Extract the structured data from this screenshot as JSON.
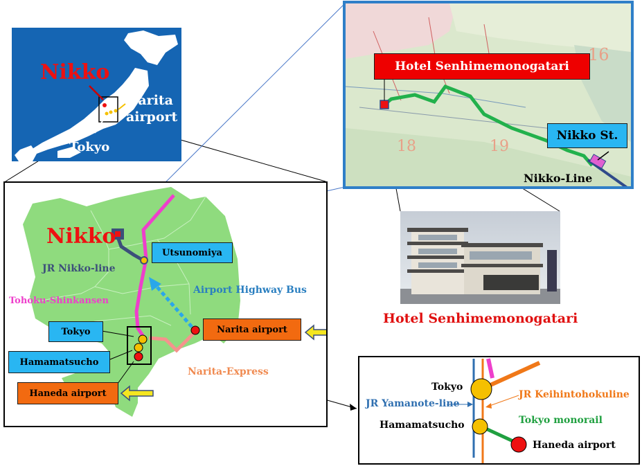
{
  "japan_inset": {
    "nikko": "Nikko",
    "narita_line1": "Narita",
    "narita_line2": "airport",
    "tokyo": "Tokyo"
  },
  "region_map": {
    "nikko": "Nikko",
    "utsunomiya": "Utsunomiya",
    "jr_nikko_line": "JR Nikko-line",
    "airport_bus": "Airport Highway Bus",
    "tohoku_shinkansen": "Tohoku-Shinkansen",
    "tokyo": "Tokyo",
    "narita_airport": "Narita airport",
    "hamamatsucho": "Hamamatsucho",
    "narita_express": "Narita-Express",
    "haneda_airport": "Haneda airport"
  },
  "city_map": {
    "hotel": "Hotel Senhimemonogatari",
    "nikko_station": "Nikko St.",
    "nikko_line": "Nikko-Line",
    "num_16": "16",
    "num_18": "18",
    "num_19": "19"
  },
  "photo": {
    "caption": "Hotel Senhimemonogatari"
  },
  "transfer_map": {
    "tokyo": "Tokyo",
    "jr_yamanote": "JR Yamanote-line",
    "jr_keihin": "JR Keihintohokuline",
    "hamamatsucho": "Hamamatsucho",
    "tokyo_monorail": "Tokyo monorail",
    "haneda_airport": "Haneda airport"
  },
  "colors": {
    "sea": "#1565b3",
    "land": "#8fdb7e",
    "shinkansen": "#ee3fcb",
    "nikko_line": "#3c4f7a",
    "bus": "#2aa7ea",
    "narita_express": "#f5938d",
    "nikko_red": "#ee1111",
    "narita_text": "#f26a10",
    "caption_red": "#e01010",
    "yamanote": "#2f6fb0",
    "keihin": "#f07818",
    "monorail": "#20a040",
    "route_green": "#22b14c"
  }
}
